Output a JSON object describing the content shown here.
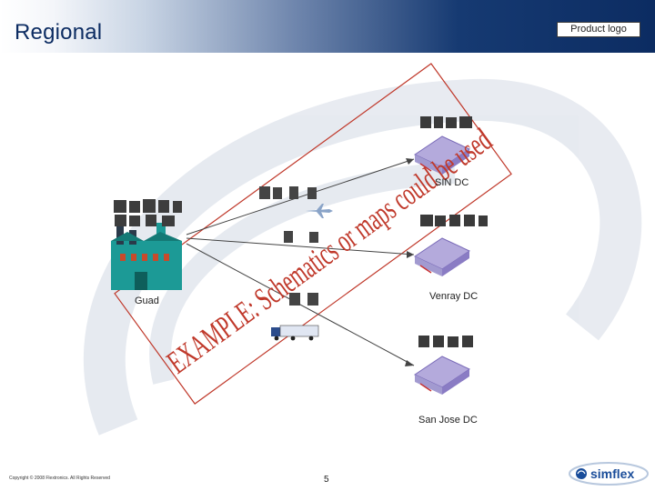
{
  "header": {
    "title": "Regional",
    "product_logo_label": "Product logo"
  },
  "diagram": {
    "source_node": "Guad",
    "destinations": [
      "SIN DC",
      "Venray DC",
      "San Jose DC"
    ],
    "watermark_text": "EXAMPLE: Schematics or maps could be used"
  },
  "footer": {
    "copyright": "Copyright © 2008 Flextronics. All Rights Reserved",
    "page_number": "5",
    "brand": "simflex"
  },
  "colors": {
    "header_dark": "#0c2c62",
    "example_red": "#c0392b",
    "arrow_red": "#d40000",
    "conveyor_purple": "#9a8ccc",
    "factory_teal": "#1c9a96"
  }
}
